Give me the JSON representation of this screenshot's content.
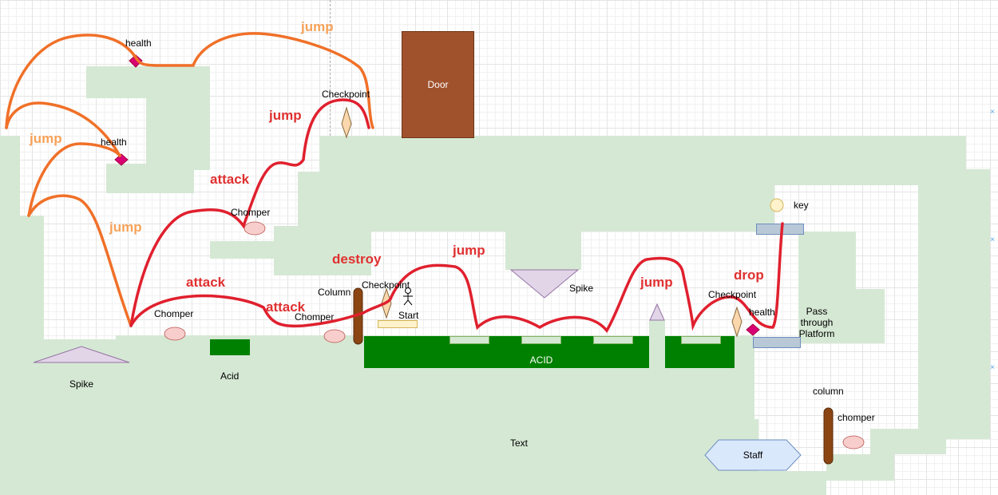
{
  "colors": {
    "area": "#d5e8d4",
    "acid": "#008000",
    "hazard_fill": "#e1d5e7",
    "hazard_stroke": "#9673a6",
    "door": "#a0522d",
    "column": "#8b4513",
    "health": "#d80073",
    "enemy": "#f8cecc",
    "checkpoint": "#fad7ac",
    "key": "#fff2cc",
    "pass_platform": "#b9c8d6",
    "staff": "#dae8fc",
    "red_path": "#e0202e",
    "orange_path": "#f07028",
    "red_text": "#e03030",
    "orange_text": "#f7a25a"
  },
  "labels": {
    "door": "Door",
    "checkpoint": "Checkpoint",
    "health": "health",
    "chomper_cap": "Chomper",
    "chomper_lower": "chomper",
    "spike": "Spike",
    "acid_small": "Acid",
    "acid_big": "ACID",
    "column_cap": "Column",
    "column_lower": "column",
    "start": "Start",
    "key": "key",
    "pass_through": "Pass through Platform",
    "staff": "Staff",
    "text": "Text"
  },
  "annotations": {
    "jump": "jump",
    "attack": "attack",
    "destroy": "destroy",
    "drop": "drop"
  }
}
